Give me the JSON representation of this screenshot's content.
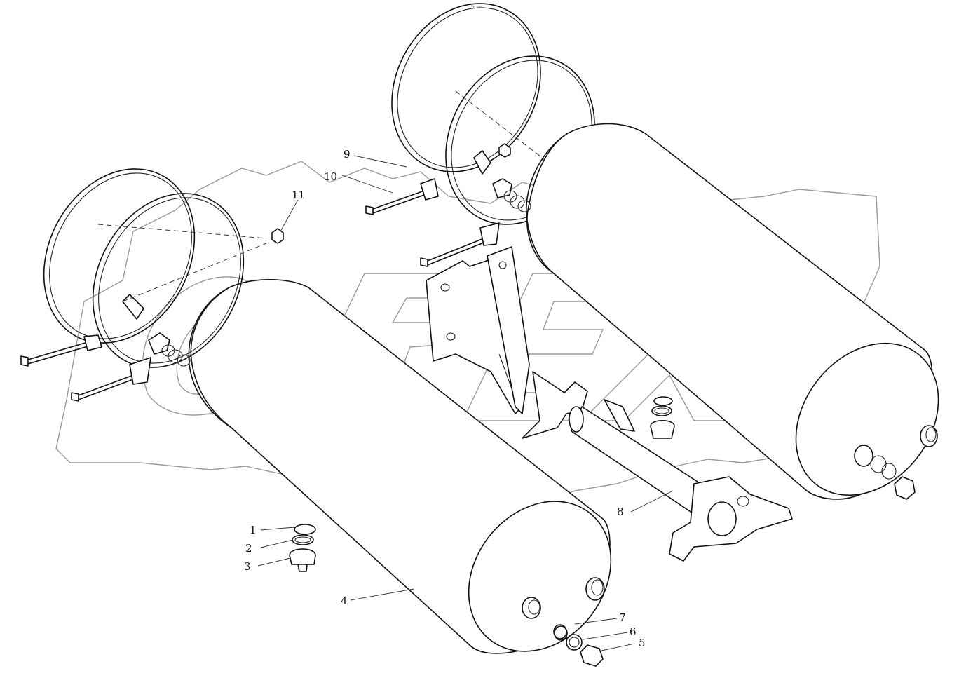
{
  "diagram": {
    "title": "",
    "watermark_text": "OPEX",
    "corner_mark": "⁰₀ ₀₀₀",
    "callouts": [
      {
        "id": "1",
        "label": "1"
      },
      {
        "id": "2",
        "label": "2"
      },
      {
        "id": "3",
        "label": "3"
      },
      {
        "id": "4",
        "label": "4"
      },
      {
        "id": "5",
        "label": "5"
      },
      {
        "id": "6",
        "label": "6"
      },
      {
        "id": "7",
        "label": "7"
      },
      {
        "id": "8",
        "label": "8"
      },
      {
        "id": "9",
        "label": "9"
      },
      {
        "id": "10",
        "label": "10"
      },
      {
        "id": "11",
        "label": "11"
      }
    ],
    "parts": [
      "left-air-tank",
      "right-air-tank",
      "left-tank-strap-front",
      "left-tank-strap-rear",
      "right-tank-strap-front",
      "right-tank-strap-rear",
      "mounting-bracket",
      "crossmember-tube"
    ],
    "colors": {
      "line": "#111111",
      "watermark": "#9a9a9a",
      "background": "#ffffff"
    }
  }
}
